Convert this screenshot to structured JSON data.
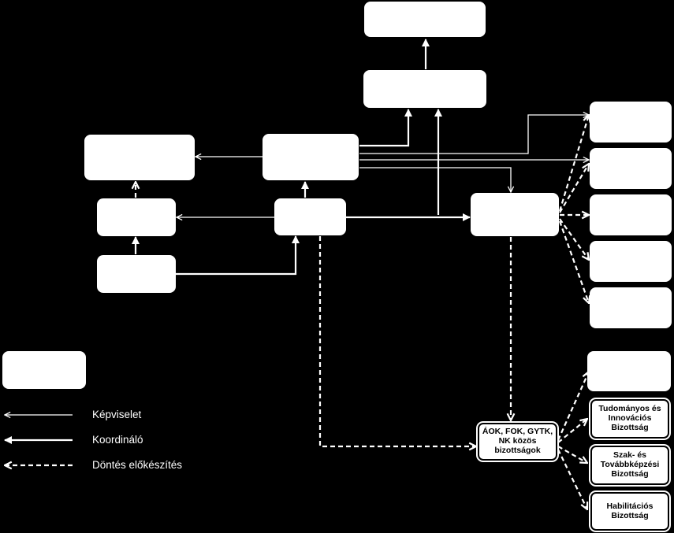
{
  "diagram": {
    "nodes": {
      "top_box": "",
      "upper_box": "",
      "left_large_box": "",
      "center_box": "",
      "left_mid_box": "",
      "center_mid_box": "",
      "left_bottom_box": "",
      "hub_box": "",
      "right_box_1": "",
      "right_box_2": "",
      "right_box_3": "",
      "right_box_4": "",
      "right_box_5": "",
      "right_box_6": "",
      "legend_box": "",
      "joint_committees": "ÁOK, FOK, GYTK,\nNK közös\nbizottságok",
      "committee_research": "Tudományos és\nInnovációs\nBizottság",
      "committee_training": "Szak- és\nTovábbképzési\nBizottság",
      "committee_habilitation": "Habilitációs\nBizottság"
    },
    "legend": [
      {
        "label": "Képviselet",
        "style": "thin"
      },
      {
        "label": "Koordináló",
        "style": "thick"
      },
      {
        "label": "Döntés előkészítés",
        "style": "dashed"
      }
    ],
    "colors": {
      "background": "#000000",
      "box": "#ffffff",
      "line": "#ffffff"
    }
  }
}
